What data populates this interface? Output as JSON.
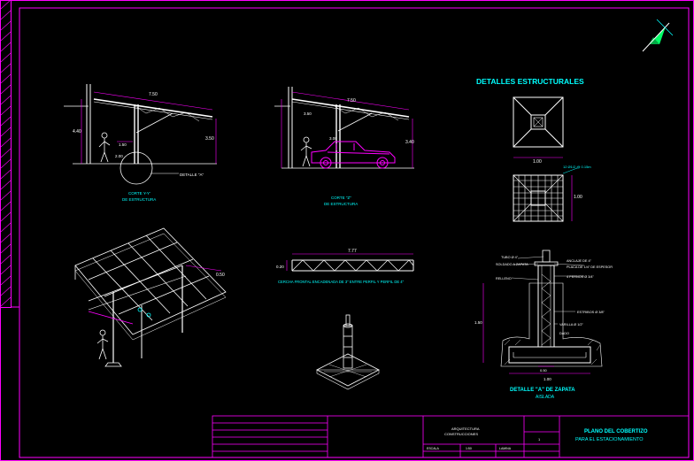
{
  "colors": {
    "background": "#000000",
    "border": "#ff00ff",
    "structure": "#ffffff",
    "dimension": "#ff00ff",
    "label": "#00ffff",
    "car": "#ff00ff",
    "north_arrow": "#00ff66",
    "green_line": "#00ff00"
  },
  "headings": {
    "details": "DETALLES ESTRUCTURALES"
  },
  "view1": {
    "top_dim": "7.50",
    "left_dim": "4.40",
    "right_dim": "3.50",
    "mid_dim": "1.50",
    "low_dim": "2.00",
    "detail_callout": "DETALLE \"A\"",
    "caption_1": "CORTE Y-Y'",
    "caption_2": "DE ESTRUCTURA"
  },
  "view2": {
    "top_dim": "7.50",
    "left_dim": "3.50",
    "right_dim": "3.40",
    "mid_dim": "3.00",
    "caption_1": "CORTE \"Z\"",
    "caption_2": "DE ESTRUCTURA"
  },
  "footing_plan": {
    "dim": "1.00"
  },
  "footing_rebar": {
    "note": "12 Ø1/2 @ 0.15m",
    "dim": "1.00"
  },
  "truss": {
    "length": "7.77",
    "height": "0.20",
    "caption": "CERCHA FRONTAL ENCADENADA DE 3\" ENTRE PERFIL Y PERFIL DE 4\""
  },
  "iso_view": {
    "dim": "0.50"
  },
  "zapata": {
    "label_tubo": "TUBO Ø 4\"",
    "label_anclaje": "ANCLAJE DE 4\"",
    "label_soldado": "SOLDADO A ZAPATA",
    "label_placa": "PLACA DE 1/4\" DE ESPESOR",
    "label_pernos": "4 PERNOS Ø 3/4\"",
    "label_relleno": "RELLENO",
    "label_estribos": "ESTRIBOS Ø 3/8\"",
    "label_varilla": "VARILLA Ø 1/2\"",
    "label_dado": "DADO",
    "dim_height": "1.50",
    "dim_width": "0.50",
    "dim_base": "1.00",
    "title_1": "DETALLE \"A\" DE ZAPATA",
    "title_2": "AISLADA"
  },
  "title_block": {
    "office_1": "ARQUITECTURA",
    "office_2": "CONSTRUCCIONES",
    "project_1": "PLANO DEL COBERTIZO",
    "project_2": "PARA EL ESTACIONAMIENTO",
    "scale_label": "ESCALA",
    "scale_value": "1:50",
    "sheet_label": "LAMINA",
    "sheet_value": "1"
  }
}
